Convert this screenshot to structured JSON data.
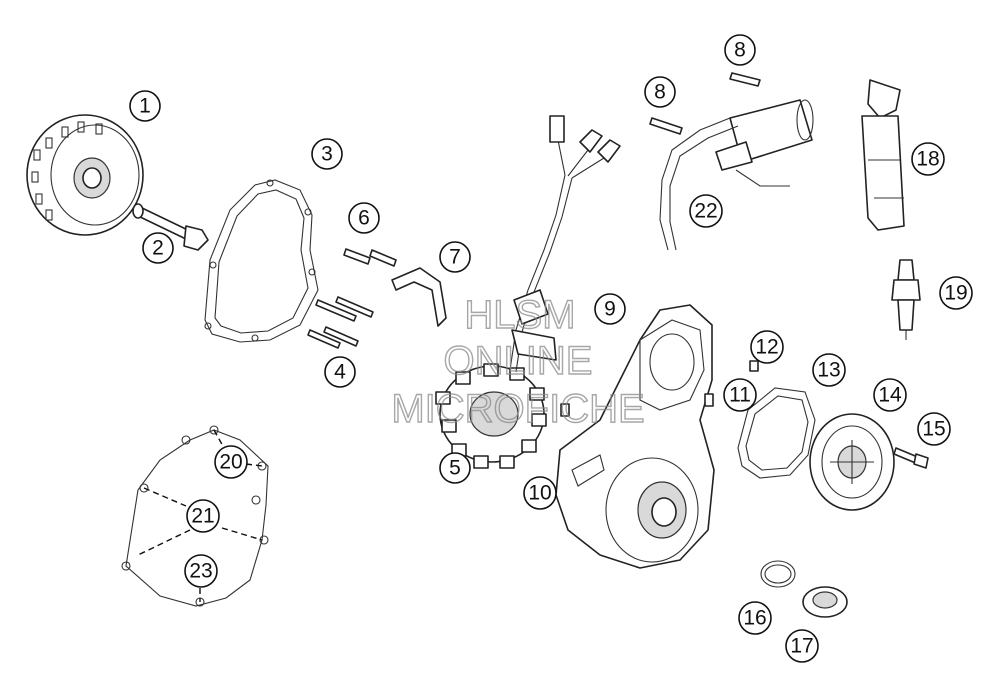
{
  "watermark": {
    "line1": "HLSM",
    "line2": "ONLINE",
    "line3": "MICROFICHE"
  },
  "callouts": [
    {
      "id": "callout-1",
      "label": "1"
    },
    {
      "id": "callout-2",
      "label": "2"
    },
    {
      "id": "callout-3",
      "label": "3"
    },
    {
      "id": "callout-4",
      "label": "4"
    },
    {
      "id": "callout-5",
      "label": "5"
    },
    {
      "id": "callout-6",
      "label": "6"
    },
    {
      "id": "callout-7",
      "label": "7"
    },
    {
      "id": "callout-8a",
      "label": "8"
    },
    {
      "id": "callout-8b",
      "label": "8"
    },
    {
      "id": "callout-9",
      "label": "9"
    },
    {
      "id": "callout-10",
      "label": "10"
    },
    {
      "id": "callout-11",
      "label": "11"
    },
    {
      "id": "callout-12",
      "label": "12"
    },
    {
      "id": "callout-13",
      "label": "13"
    },
    {
      "id": "callout-14",
      "label": "14"
    },
    {
      "id": "callout-15",
      "label": "15"
    },
    {
      "id": "callout-16",
      "label": "16"
    },
    {
      "id": "callout-17",
      "label": "17"
    },
    {
      "id": "callout-18",
      "label": "18"
    },
    {
      "id": "callout-19",
      "label": "19"
    },
    {
      "id": "callout-20",
      "label": "20"
    },
    {
      "id": "callout-21",
      "label": "21"
    },
    {
      "id": "callout-22",
      "label": "22"
    },
    {
      "id": "callout-23",
      "label": "23"
    }
  ]
}
